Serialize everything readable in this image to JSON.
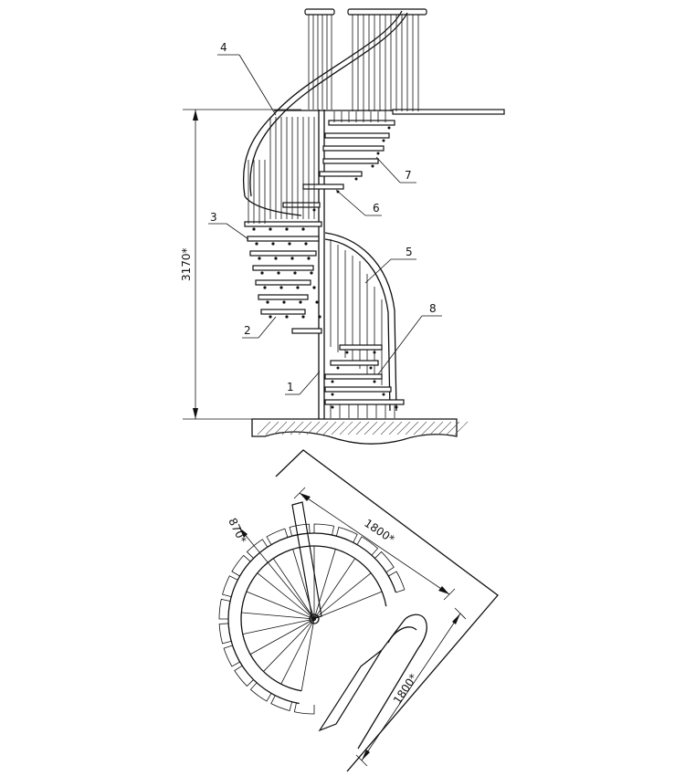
{
  "elevation": {
    "height_dim": "3170*",
    "callouts": [
      {
        "id": "1",
        "label": "1"
      },
      {
        "id": "2",
        "label": "2"
      },
      {
        "id": "3",
        "label": "3"
      },
      {
        "id": "4",
        "label": "4"
      },
      {
        "id": "5",
        "label": "5"
      },
      {
        "id": "6",
        "label": "6"
      },
      {
        "id": "7",
        "label": "7"
      },
      {
        "id": "8",
        "label": "8"
      }
    ]
  },
  "plan": {
    "dim_width": "1800*",
    "dim_depth": "1800*",
    "dim_radius": "870*"
  }
}
